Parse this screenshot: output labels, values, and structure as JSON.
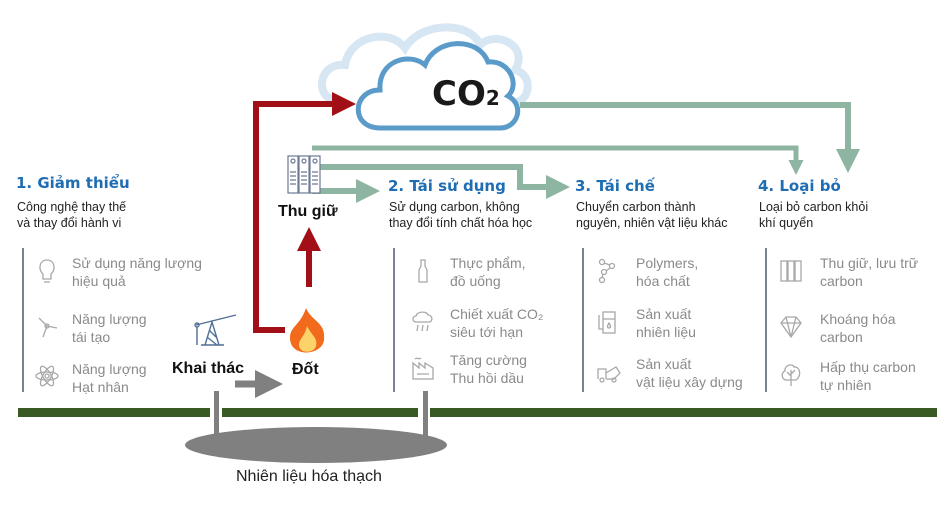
{
  "cloud": {
    "label": "CO",
    "subscript": "2"
  },
  "process": {
    "capture": "Thu giữ",
    "burn": "Đốt",
    "extract": "Khai thác",
    "fossil": "Nhiên liệu hóa thạch"
  },
  "sections": [
    {
      "title": "1. Giảm thiểu",
      "sub": [
        "Công nghệ thay thế",
        "và thay đổi hành vi"
      ],
      "items": [
        {
          "icon": "lightbulb-icon",
          "lines": [
            "Sử dụng năng lượng",
            "hiệu quả"
          ]
        },
        {
          "icon": "wind-turbine-icon",
          "lines": [
            "Năng lượng",
            "tái tạo"
          ]
        },
        {
          "icon": "atom-icon",
          "lines": [
            "Năng lượng",
            "Hạt nhân"
          ]
        }
      ]
    },
    {
      "title": "2. Tái sử dụng",
      "sub": [
        "Sử dụng carbon, không",
        "thay đổi tính chất hóa học"
      ],
      "items": [
        {
          "icon": "bottle-icon",
          "lines": [
            "Thực phẩm,",
            "đồ uống"
          ]
        },
        {
          "icon": "rain-cloud-icon",
          "lines": [
            "Chiết xuất CO₂",
            " siêu tới hạn"
          ]
        },
        {
          "icon": "factory-icon",
          "lines": [
            "Tăng cường",
            "Thu hồi dầu"
          ]
        }
      ]
    },
    {
      "title": "3. Tái chế",
      "sub": [
        "Chuyển carbon thành",
        "nguyên, nhiên vật liệu khác"
      ],
      "items": [
        {
          "icon": "molecule-icon",
          "lines": [
            "Polymers,",
            "hóa chất"
          ]
        },
        {
          "icon": "fuel-pump-icon",
          "lines": [
            "Sản xuất",
            "nhiên liệu"
          ]
        },
        {
          "icon": "cement-truck-icon",
          "lines": [
            "Sản xuất",
            "vật liệu xây dựng"
          ]
        }
      ]
    },
    {
      "title": "4. Loại bỏ",
      "sub": [
        "Loại bỏ carbon khỏi",
        "khí quyển"
      ],
      "items": [
        {
          "icon": "storage-tanks-icon",
          "lines": [
            "Thu giữ, lưu trữ",
            "carbon"
          ]
        },
        {
          "icon": "diamond-icon",
          "lines": [
            "Khoáng hóa",
            "carbon"
          ]
        },
        {
          "icon": "tree-icon",
          "lines": [
            "Hấp thụ carbon",
            "tự nhiên"
          ]
        }
      ]
    }
  ],
  "colors": {
    "red": "#a30f16",
    "green": "#8db5a2",
    "blue": "#1f6db3",
    "ground": "#3a5a24",
    "cloud": "#5b9bc9"
  }
}
